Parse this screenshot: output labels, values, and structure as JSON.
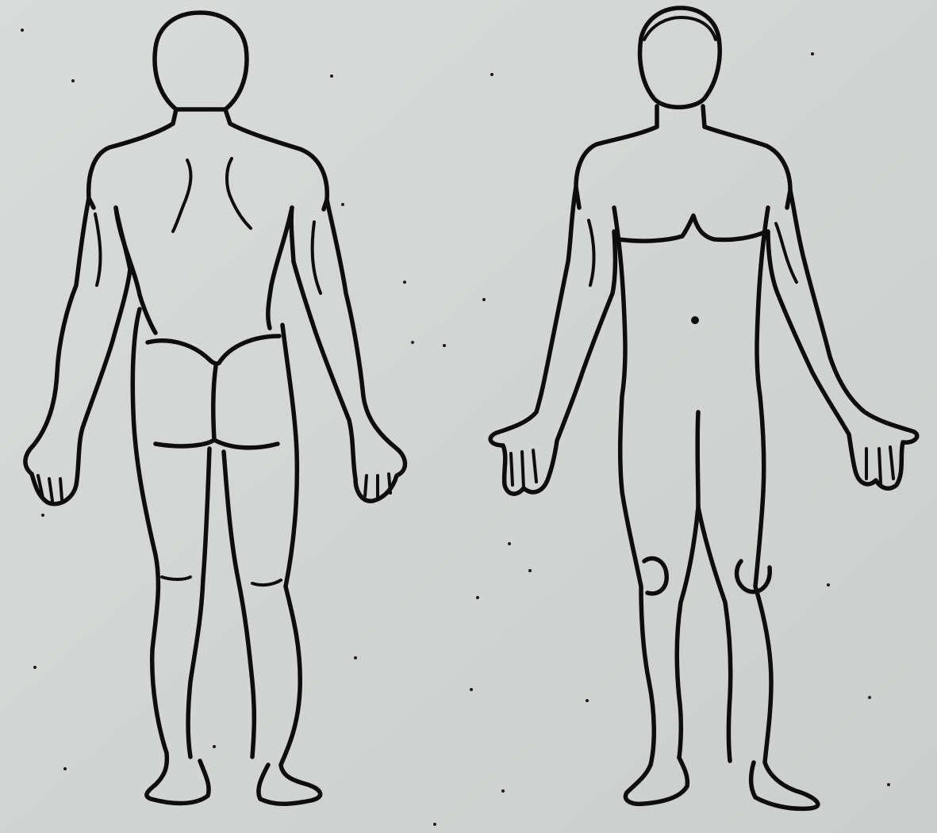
{
  "diagram": {
    "figures": [
      {
        "id": "back",
        "view": "posterior"
      },
      {
        "id": "front",
        "view": "anterior"
      }
    ],
    "colors": {
      "paper": "#d3d5d4",
      "ink": "#0d0d0d"
    }
  }
}
